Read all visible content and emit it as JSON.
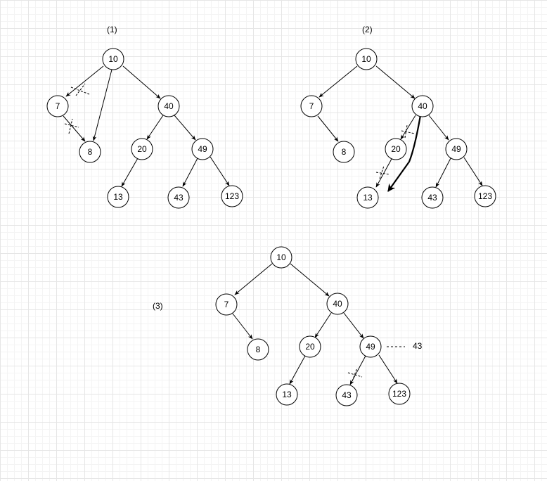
{
  "diagram1": {
    "caption": "(1)",
    "nodes": {
      "n10": "10",
      "n7": "7",
      "n40": "40",
      "n8": "8",
      "n20": "20",
      "n49": "49",
      "n13": "13",
      "n43": "43",
      "n123": "123"
    }
  },
  "diagram2": {
    "caption": "(2)",
    "nodes": {
      "n10": "10",
      "n7": "7",
      "n40": "40",
      "n8": "8",
      "n20": "20",
      "n49": "49",
      "n13": "13",
      "n43": "43",
      "n123": "123"
    }
  },
  "diagram3": {
    "caption": "(3)",
    "nodes": {
      "n10": "10",
      "n7": "7",
      "n40": "40",
      "n8": "8",
      "n20": "20",
      "n49": "49",
      "n13": "13",
      "n43": "43",
      "n123": "123"
    },
    "side_label": "43"
  }
}
